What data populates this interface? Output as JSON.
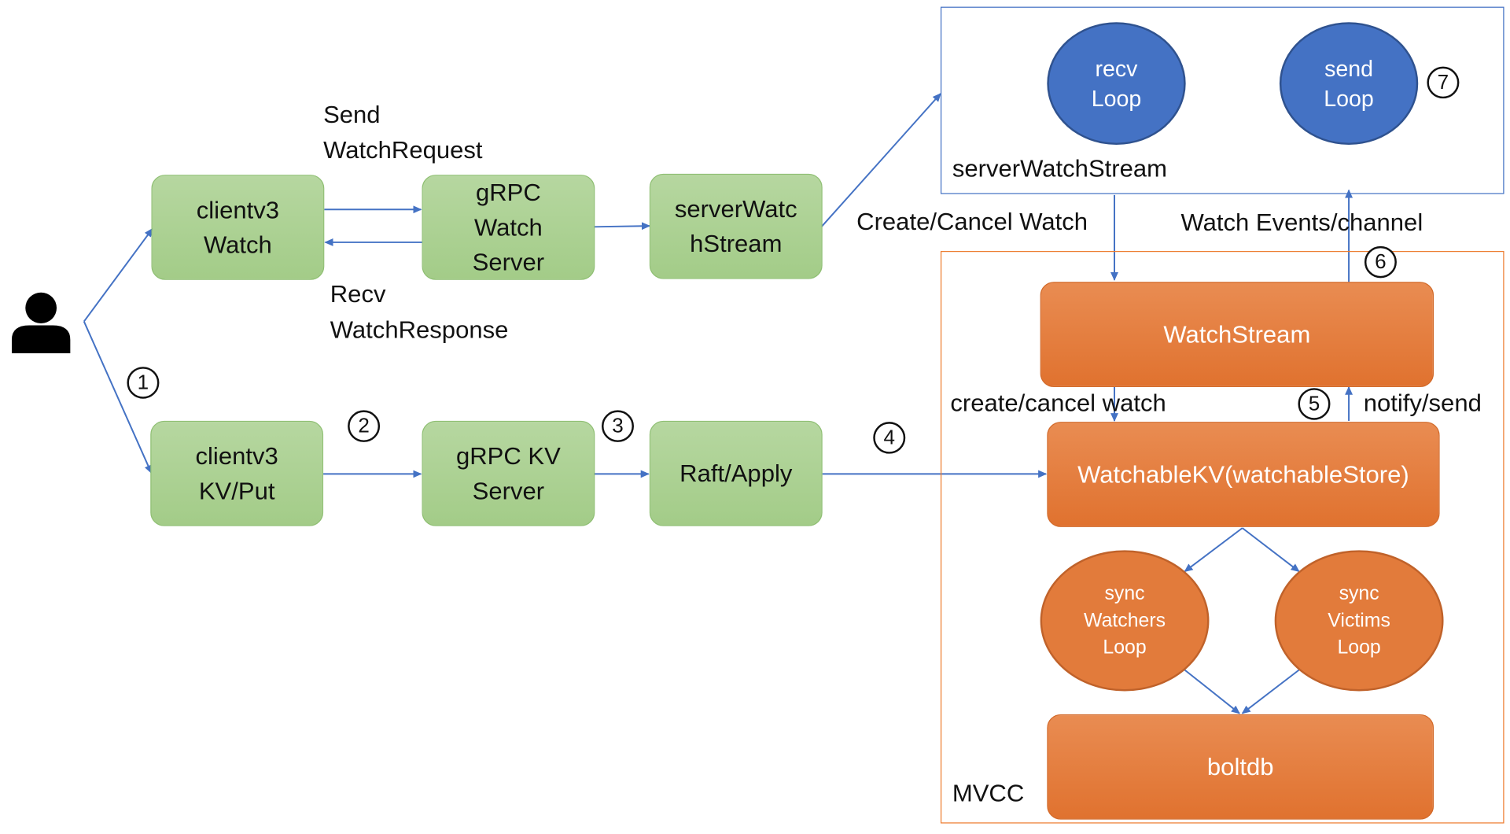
{
  "nodes": {
    "clientv3_watch": "clientv3\nWatch",
    "grpc_watch_server": "gRPC\nWatch\nServer",
    "server_watch_stream_box": "serverWatc\nhStream",
    "clientv3_kv_put": "clientv3\nKV/Put",
    "grpc_kv_server": "gRPC KV\nServer",
    "raft_apply": "Raft/Apply",
    "recv_loop": "recv\nLoop",
    "send_loop": "send\nLoop",
    "watch_stream": "WatchStream",
    "watchable_kv": "WatchableKV(watchableStore)",
    "sync_watchers_loop": "sync\nWatchers\nLoop",
    "sync_victims_loop": "sync\nVictims\nLoop",
    "boltdb": "boltdb"
  },
  "groups": {
    "server_watch_stream": "serverWatchStream",
    "mvcc": "MVCC"
  },
  "labels": {
    "send_watch_request": "Send\nWatchRequest",
    "recv_watch_response": "Recv\nWatchResponse",
    "create_cancel_watch": "Create/Cancel Watch",
    "watch_events_channel": "Watch Events/channel",
    "create_cancel_watch_lower": "create/cancel watch",
    "notify_send": "notify/send"
  },
  "steps": [
    "1",
    "2",
    "3",
    "4",
    "5",
    "6",
    "7"
  ],
  "icons": {
    "user": "user-icon"
  },
  "colors": {
    "green_box": "#a9cf8e",
    "orange_box": "#e37a38",
    "blue_oval": "#4472c4",
    "blue_frame": "#4472c4",
    "orange_frame": "#ed7d31",
    "arrow": "#4472c4"
  }
}
